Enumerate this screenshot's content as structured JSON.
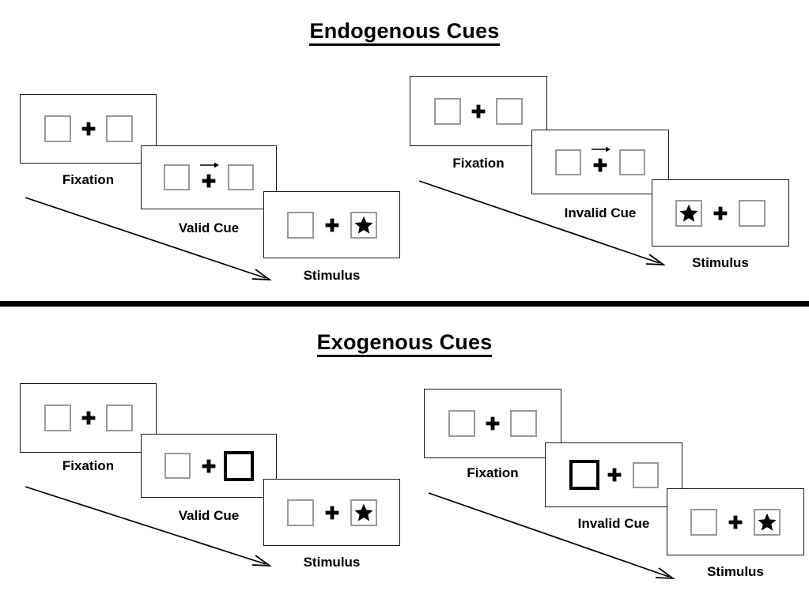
{
  "figure": {
    "title_endogenous": "Endogenous Cues",
    "title_exogenous": "Exogenous Cues",
    "colors": {
      "panel_border": "#1a1a1a",
      "box_border": "#9a9a9a",
      "cued_box_border": "#000000",
      "ink": "#000000",
      "background": "#ffffff"
    }
  },
  "sections": [
    {
      "id": "endogenous",
      "title": "Endogenous Cues",
      "cue_type": "central-arrow",
      "groups": [
        {
          "id": "endogenous-valid",
          "validity": "valid",
          "cue_label": "Valid Cue",
          "cue_direction": "right",
          "target_side": "right",
          "stages": [
            {
              "name": "fixation",
              "caption": "Fixation",
              "left_box": "empty",
              "right_box": "empty",
              "center": "plus",
              "arrow": "none"
            },
            {
              "name": "cue",
              "caption": "Valid Cue",
              "left_box": "empty",
              "right_box": "empty",
              "center": "plus",
              "arrow": "right"
            },
            {
              "name": "stimulus",
              "caption": "Stimulus",
              "left_box": "empty",
              "right_box": "star",
              "center": "plus",
              "arrow": "none"
            }
          ]
        },
        {
          "id": "endogenous-invalid",
          "validity": "invalid",
          "cue_label": "Invalid Cue",
          "cue_direction": "right",
          "target_side": "left",
          "stages": [
            {
              "name": "fixation",
              "caption": "Fixation",
              "left_box": "empty",
              "right_box": "empty",
              "center": "plus",
              "arrow": "none"
            },
            {
              "name": "cue",
              "caption": "Invalid Cue",
              "left_box": "empty",
              "right_box": "empty",
              "center": "plus",
              "arrow": "right"
            },
            {
              "name": "stimulus",
              "caption": "Stimulus",
              "left_box": "star",
              "right_box": "empty",
              "center": "plus",
              "arrow": "none"
            }
          ]
        }
      ]
    },
    {
      "id": "exogenous",
      "title": "Exogenous Cues",
      "cue_type": "peripheral-box-flash",
      "groups": [
        {
          "id": "exogenous-valid",
          "validity": "valid",
          "cue_label": "Valid Cue",
          "cue_side": "right",
          "target_side": "right",
          "stages": [
            {
              "name": "fixation",
              "caption": "Fixation",
              "left_box": "empty",
              "right_box": "empty",
              "center": "plus",
              "arrow": "none"
            },
            {
              "name": "cue",
              "caption": "Valid Cue",
              "left_box": "empty",
              "right_box": "cued",
              "center": "plus",
              "arrow": "none"
            },
            {
              "name": "stimulus",
              "caption": "Stimulus",
              "left_box": "empty",
              "right_box": "star",
              "center": "plus",
              "arrow": "none"
            }
          ]
        },
        {
          "id": "exogenous-invalid",
          "validity": "invalid",
          "cue_label": "Invalid Cue",
          "cue_side": "left",
          "target_side": "right",
          "stages": [
            {
              "name": "fixation",
              "caption": "Fixation",
              "left_box": "empty",
              "right_box": "empty",
              "center": "plus",
              "arrow": "none"
            },
            {
              "name": "cue",
              "caption": "Invalid Cue",
              "left_box": "cued",
              "right_box": "empty",
              "center": "plus",
              "arrow": "none"
            },
            {
              "name": "stimulus",
              "caption": "Stimulus",
              "left_box": "empty",
              "right_box": "star",
              "center": "plus",
              "arrow": "none"
            }
          ]
        }
      ]
    }
  ],
  "captions": {
    "fixation": "Fixation",
    "valid_cue": "Valid Cue",
    "invalid_cue": "Invalid Cue",
    "stimulus": "Stimulus"
  }
}
